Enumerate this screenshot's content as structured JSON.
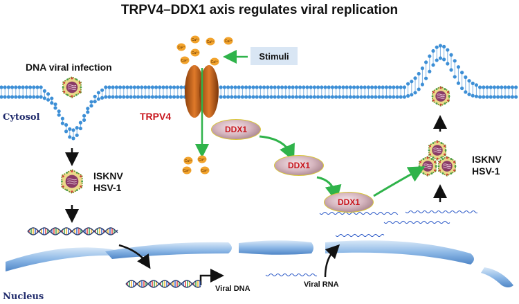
{
  "title": "TRPV4–DDX1 axis regulates viral replication",
  "regions": {
    "cytosol": "Cytosol",
    "nucleus": "Nucleus"
  },
  "labels": {
    "dna_viral_infection": "DNA viral infection",
    "stimuli": "Stimuli",
    "channel": "TRPV4",
    "protein": "DDX1",
    "virus_line1": "ISKNV",
    "virus_line2": "HSV-1",
    "viral_dna": "Viral DNA",
    "viral_rna": "Viral RNA",
    "ion": "Ca²⁺"
  },
  "colors": {
    "membrane_head": "#3d8fd6",
    "channel": "#c8631c",
    "calcium": "#f2a32c",
    "arrow_green": "#2fb34a",
    "region_text": "#1f2a6b",
    "channel_text": "#c8161d",
    "protein_text": "#c8161d",
    "nucleus_fill": "#9fc4ea"
  }
}
